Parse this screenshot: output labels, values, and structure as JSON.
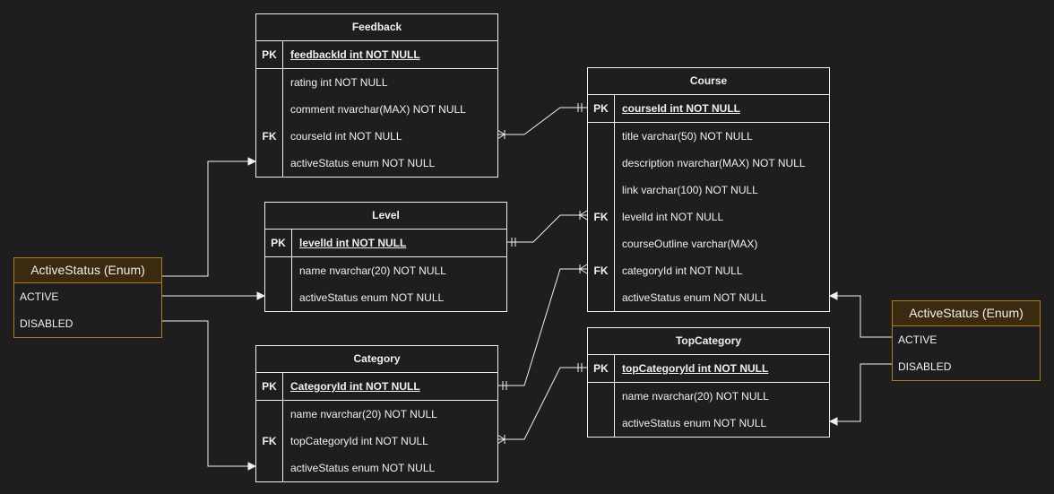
{
  "entities": {
    "feedback": {
      "title": "Feedback",
      "pk": {
        "key": "PK",
        "field": "feedbackId int NOT NULL"
      },
      "rows": [
        {
          "key": "",
          "field": "rating int NOT NULL"
        },
        {
          "key": "",
          "field": "comment nvarchar(MAX) NOT NULL"
        },
        {
          "key": "FK",
          "field": "courseId int NOT NULL"
        },
        {
          "key": "",
          "field": "activeStatus enum NOT NULL"
        }
      ]
    },
    "level": {
      "title": "Level",
      "pk": {
        "key": "PK",
        "field": "levelId int NOT NULL"
      },
      "rows": [
        {
          "key": "",
          "field": "name nvarchar(20) NOT NULL"
        },
        {
          "key": "",
          "field": "activeStatus enum NOT NULL"
        }
      ]
    },
    "category": {
      "title": "Category",
      "pk": {
        "key": "PK",
        "field": "CategoryId int NOT NULL"
      },
      "rows": [
        {
          "key": "",
          "field": "name nvarchar(20) NOT NULL"
        },
        {
          "key": "FK",
          "field": "topCategoryId int NOT NULL"
        },
        {
          "key": "",
          "field": "activeStatus enum NOT NULL"
        }
      ]
    },
    "course": {
      "title": "Course",
      "pk": {
        "key": "PK",
        "field": "courseId int NOT NULL"
      },
      "rows": [
        {
          "key": "",
          "field": "title varchar(50) NOT NULL"
        },
        {
          "key": "",
          "field": "description nvarchar(MAX) NOT NULL"
        },
        {
          "key": "",
          "field": "link varchar(100) NOT NULL"
        },
        {
          "key": "FK",
          "field": "levelId int NOT NULL"
        },
        {
          "key": "",
          "field": "courseOutline varchar(MAX)"
        },
        {
          "key": "FK",
          "field": "categoryId int NOT NULL"
        },
        {
          "key": "",
          "field": "activeStatus enum NOT NULL"
        }
      ]
    },
    "topcategory": {
      "title": "TopCategory",
      "pk": {
        "key": "PK",
        "field": "topCategoryId int NOT NULL"
      },
      "rows": [
        {
          "key": "",
          "field": "name nvarchar(20) NOT NULL"
        },
        {
          "key": "",
          "field": "activeStatus enum NOT NULL"
        }
      ]
    }
  },
  "enums": {
    "left": {
      "title": "ActiveStatus (Enum)",
      "items": [
        "ACTIVE",
        "DISABLED"
      ]
    },
    "right": {
      "title": "ActiveStatus (Enum)",
      "items": [
        "ACTIVE",
        "DISABLED"
      ]
    }
  },
  "colors": {
    "background": "#1e1e1e",
    "line": "#f0f0f0",
    "enum_border": "#b07a1d",
    "enum_header": "#3a2a10"
  }
}
